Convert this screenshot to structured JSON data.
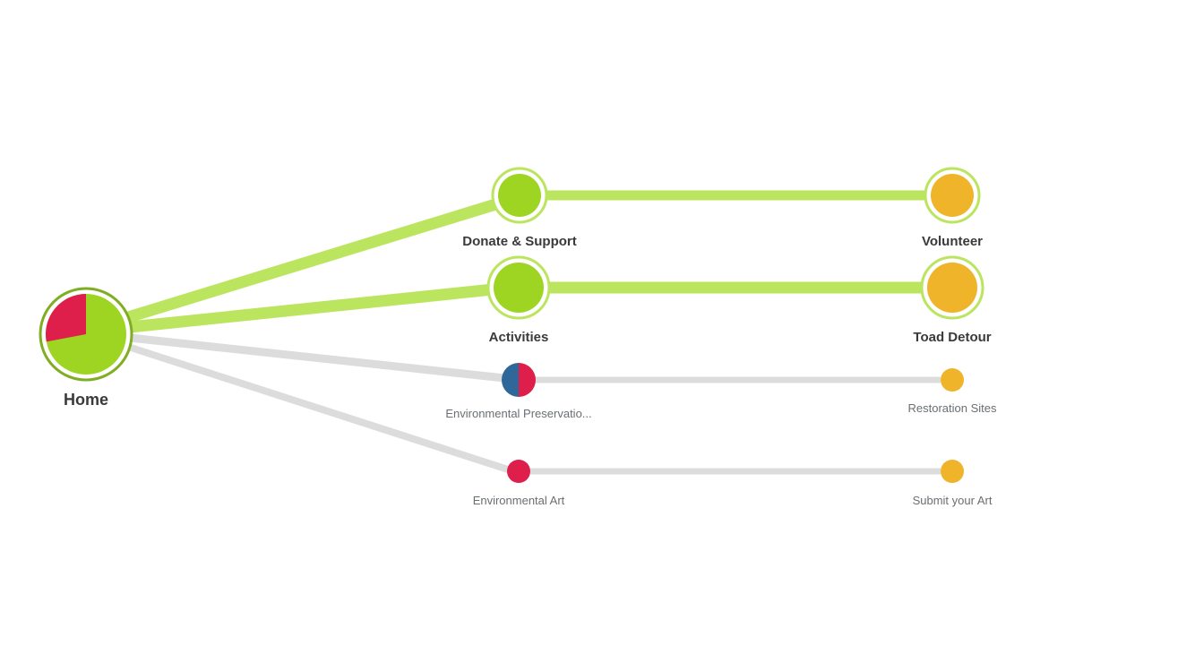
{
  "colors": {
    "green_link": "#bce55f",
    "gray_link": "#dcdcdc",
    "green": "#9ed523",
    "green_ring": "#bce55f",
    "home_ring": "#7fae22",
    "red": "#de1f4b",
    "yellow": "#efb42a",
    "blue": "#2f6799"
  },
  "nodes": {
    "home": {
      "label": "Home",
      "pie": {
        "green": 0.72,
        "red": 0.28
      }
    },
    "donate": {
      "label": "Donate & Support"
    },
    "volunteer": {
      "label": "Volunteer"
    },
    "activities": {
      "label": "Activities"
    },
    "toad": {
      "label": "Toad Detour"
    },
    "envpres": {
      "label": "Environmental Preservatio..."
    },
    "restoration": {
      "label": "Restoration Sites"
    },
    "envart": {
      "label": "Environmental Art"
    },
    "submit": {
      "label": "Submit your Art"
    }
  }
}
